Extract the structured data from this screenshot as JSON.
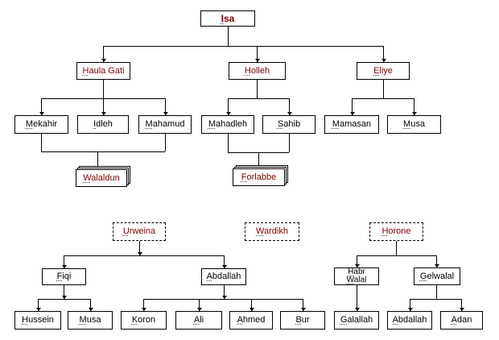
{
  "colors": {
    "background": "#ffffff",
    "line": "#000000",
    "node_border": "#000000",
    "node_fill": "#ffffff",
    "name_text": "#000000",
    "lineage_text": "#7f0000"
  },
  "nodes": {
    "isa": {
      "label": "Isa",
      "variant": "solid",
      "emphasis": "maroon-bold"
    },
    "haula_gati": {
      "label": "Haula Gati",
      "variant": "solid",
      "emphasis": "maroon"
    },
    "holleh": {
      "label": "Holleh",
      "variant": "solid",
      "emphasis": "maroon"
    },
    "eliye": {
      "label": "Eliye",
      "variant": "solid",
      "emphasis": "maroon"
    },
    "mekahir": {
      "label": "Mekahir",
      "variant": "solid",
      "emphasis": "black"
    },
    "idleh": {
      "label": "Idleh",
      "variant": "solid",
      "emphasis": "black"
    },
    "mahamud": {
      "label": "Mahamud",
      "variant": "solid",
      "emphasis": "black"
    },
    "mahadleh": {
      "label": "Mahadleh",
      "variant": "solid",
      "emphasis": "black"
    },
    "sahib": {
      "label": "Sahib",
      "variant": "solid",
      "emphasis": "black"
    },
    "mamasan": {
      "label": "Mamasan",
      "variant": "solid",
      "emphasis": "black"
    },
    "musa_upper": {
      "label": "Musa",
      "variant": "solid",
      "emphasis": "black"
    },
    "walaldun": {
      "label": "Walaldun",
      "variant": "stack",
      "emphasis": "maroon"
    },
    "forlabbe": {
      "label": "Forlabbe",
      "variant": "stack",
      "emphasis": "maroon"
    },
    "urweina": {
      "label": "Urweina",
      "variant": "dashed",
      "emphasis": "maroon"
    },
    "wardikh": {
      "label": "Wardikh",
      "variant": "dashed",
      "emphasis": "maroon"
    },
    "horone": {
      "label": "Horone",
      "variant": "dashed",
      "emphasis": "maroon"
    },
    "fiqi": {
      "label": "Fiqi",
      "variant": "solid",
      "emphasis": "black"
    },
    "abdallah_mid": {
      "label": "Abdallah",
      "variant": "solid",
      "emphasis": "black"
    },
    "habr_walal": {
      "label": "Habr Walal",
      "line1": "Habr",
      "line2": "Walal",
      "variant": "solid",
      "emphasis": "black"
    },
    "gelwalal": {
      "label": "Gelwalal",
      "variant": "solid",
      "emphasis": "black"
    },
    "hussein": {
      "label": "Hussein",
      "variant": "solid",
      "emphasis": "black"
    },
    "musa_lower": {
      "label": "Musa",
      "variant": "solid",
      "emphasis": "black"
    },
    "koron": {
      "label": "Koron",
      "variant": "solid",
      "emphasis": "black"
    },
    "ali": {
      "label": "Ali",
      "variant": "solid",
      "emphasis": "black"
    },
    "ahmed": {
      "label": "Ahmed",
      "variant": "solid",
      "emphasis": "black"
    },
    "bur": {
      "label": "Bur",
      "variant": "solid",
      "emphasis": "black"
    },
    "galallah": {
      "label": "Galallah",
      "variant": "solid",
      "emphasis": "black"
    },
    "abdallah_lower": {
      "label": "Abdallah",
      "variant": "solid",
      "emphasis": "black"
    },
    "adan": {
      "label": "Adan",
      "variant": "solid",
      "emphasis": "black"
    }
  }
}
